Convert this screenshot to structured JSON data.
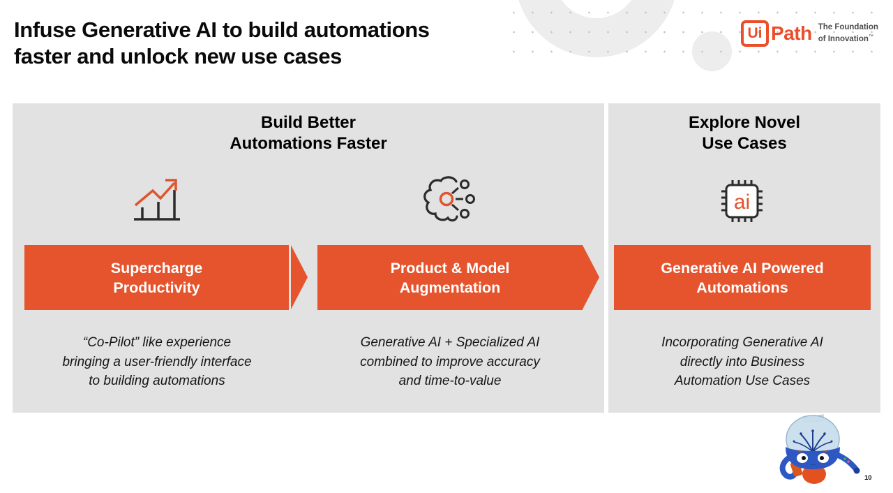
{
  "page": {
    "page_number": "10"
  },
  "title": {
    "line1": "Infuse Generative AI to build automations",
    "line2": "faster and unlock new use cases"
  },
  "logo": {
    "ui": "Ui",
    "path": "Path",
    "tagline_line1": "The Foundation",
    "tagline_line2": "of Innovation",
    "trademark": "™"
  },
  "panels": {
    "left_heading_line1": "Build Better",
    "left_heading_line2": "Automations Faster",
    "right_heading_line1": "Explore Novel",
    "right_heading_line2": "Use Cases"
  },
  "columns": [
    {
      "icon": "growth-chart-icon",
      "banner_line1": "Supercharge",
      "banner_line2": "Productivity",
      "desc_line1": "“Co-Pilot” like experience",
      "desc_line2": "bringing a user-friendly interface",
      "desc_line3": "to building automations"
    },
    {
      "icon": "ml-network-icon",
      "banner_line1": "Product & Model",
      "banner_line2": "Augmentation",
      "desc_line1": "Generative AI + Specialized AI",
      "desc_line2": "combined to improve accuracy",
      "desc_line3": "and time-to-value"
    },
    {
      "icon": "ai-chip-icon",
      "banner_line1": "Generative AI Powered",
      "banner_line2": "Automations",
      "desc_line1": "Incorporating Generative AI",
      "desc_line2": "directly into Business",
      "desc_line3": "Automation Use Cases"
    }
  ],
  "chip_label": "ai",
  "colors": {
    "accent_orange": "#E5542D",
    "logo_orange": "#EB4E2A",
    "panel_gray": "#E2E2E2",
    "icon_stroke": "#2B2B2B"
  }
}
